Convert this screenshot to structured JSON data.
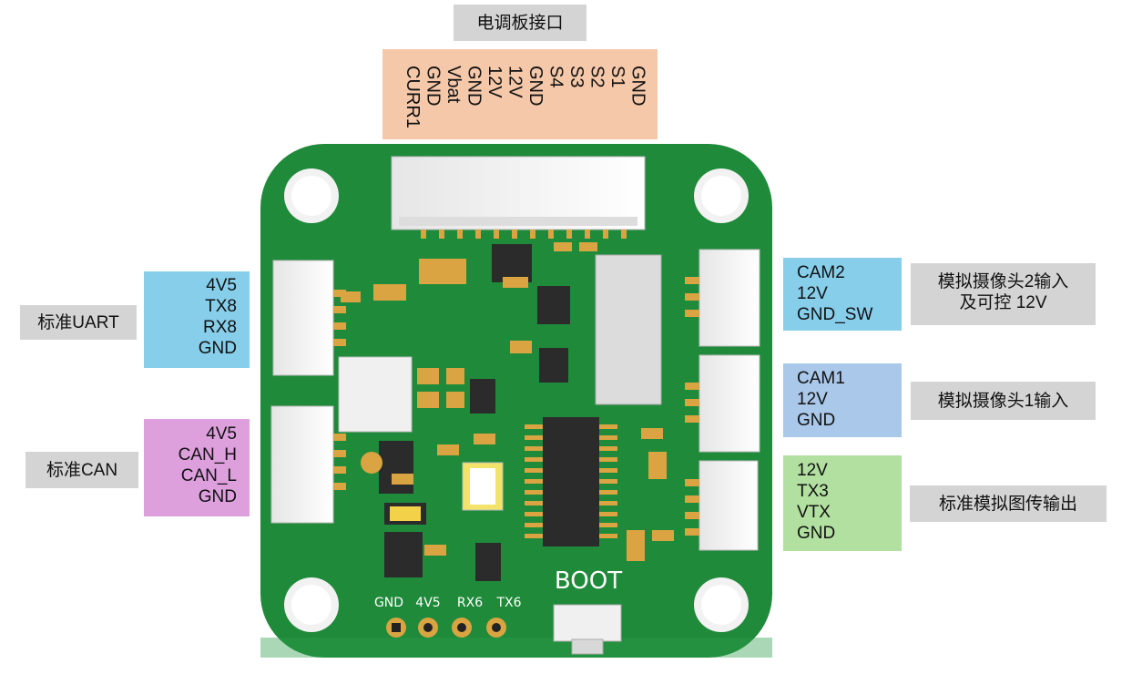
{
  "top_connector": {
    "title": "电调板接口",
    "pins": [
      "CURR1",
      "GND",
      "Vbat",
      "GND",
      "12V",
      "12V",
      "GND",
      "S4",
      "S3",
      "S2",
      "S1",
      "GND"
    ]
  },
  "left": {
    "uart": {
      "title": "标准UART",
      "pins": [
        "4V5",
        "TX8",
        "RX8",
        "GND"
      ],
      "color": "#87ceeb"
    },
    "can": {
      "title": "标准CAN",
      "pins": [
        "4V5",
        "CAN_H",
        "CAN_L",
        "GND"
      ],
      "color": "#dda0dd"
    }
  },
  "right": {
    "cam2": {
      "title_line1": "模拟摄像头2输入",
      "title_line2": "及可控 12V",
      "pins": [
        "CAM2",
        "12V",
        "GND_SW"
      ],
      "color": "#87ceeb"
    },
    "cam1": {
      "title": "模拟摄像头1输入",
      "pins": [
        "CAM1",
        "12V",
        "GND"
      ],
      "color": "#a9c8ea"
    },
    "vtx": {
      "title": "标准模拟图传输出",
      "pins": [
        "12V",
        "TX3",
        "VTX",
        "GND"
      ],
      "color": "#b2e0a0"
    }
  },
  "board": {
    "boot_label": "BOOT",
    "bottom_pads": [
      "GND",
      "4V5",
      "RX6",
      "TX6"
    ],
    "pcb_color": "#1f8a3a"
  }
}
